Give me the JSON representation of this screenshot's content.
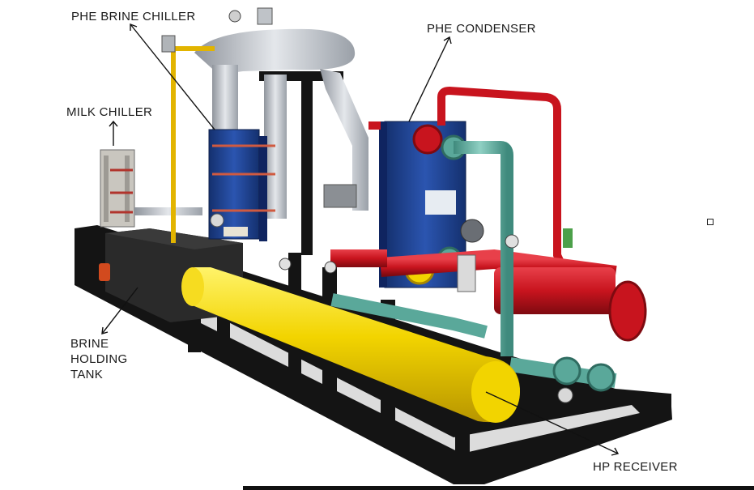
{
  "labels": {
    "phe_brine_chiller": "PHE BRINE CHILLER",
    "phe_condenser": "PHE CONDENSER",
    "milk_chiller": "MILK CHILLER",
    "brine_holding_tank": [
      "BRINE",
      "HOLDING",
      "TANK"
    ],
    "hp_receiver": "HP RECEIVER"
  },
  "colors": {
    "frame": "#141414",
    "receiver_yellow": "#f2d400",
    "insulation_silver": "#c8ccd2",
    "plate_blue": "#1e3e8c",
    "pipe_red": "#c8141e",
    "pipe_teal": "#5aa89a",
    "pipe_gold": "#e2b400",
    "tank_black": "#2a2a2a"
  }
}
